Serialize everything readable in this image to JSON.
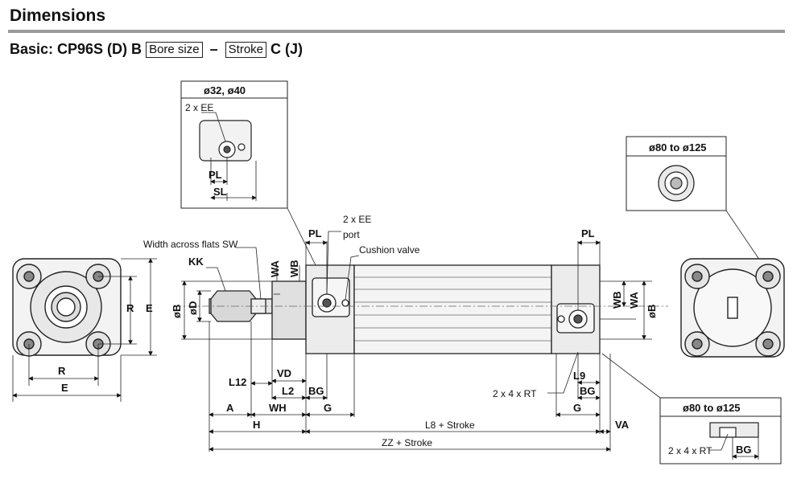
{
  "header": {
    "title": "Dimensions",
    "model_prefix": "Basic: CP96S (D) B",
    "bore_box": "Bore size",
    "separator": "–",
    "stroke_box": "Stroke",
    "model_suffix": "C (J)"
  },
  "insets": {
    "small_bore_title": "ø32, ø40",
    "small_bore_ee": "2 x EE",
    "small_bore_pl": "PL",
    "small_bore_sl": "SL",
    "large_bore_title": "ø80 to ø125",
    "large_bore_rt_title": "ø80 to ø125",
    "large_bore_rt": "2 x 4 x RT",
    "large_bore_bg": "BG"
  },
  "labels": {
    "width_across_flats": "Width across flats SW",
    "kk": "KK",
    "wa_left": "WA",
    "wb_left": "WB",
    "pl_left": "PL",
    "ee_port_1": "2 x EE",
    "ee_port_2": "port",
    "cushion_valve": "Cushion valve",
    "pl_right": "PL",
    "wb_right": "WB",
    "wa_right": "WA",
    "ob_right": "øB",
    "ob_left": "øB",
    "od_left": "øD",
    "r_left_v": "R",
    "e_left_v": "E",
    "r_left_h": "R",
    "e_left_h": "E",
    "l12": "L12",
    "vd": "VD",
    "l2": "L2",
    "bg_left": "BG",
    "a": "A",
    "wh": "WH",
    "g_left": "G",
    "h": "H",
    "l8": "L8 + Stroke",
    "zz": "ZZ + Stroke",
    "l9": "L9",
    "rt_main": "2 x 4 x RT",
    "bg_right": "BG",
    "g_right": "G",
    "va": "VA"
  }
}
